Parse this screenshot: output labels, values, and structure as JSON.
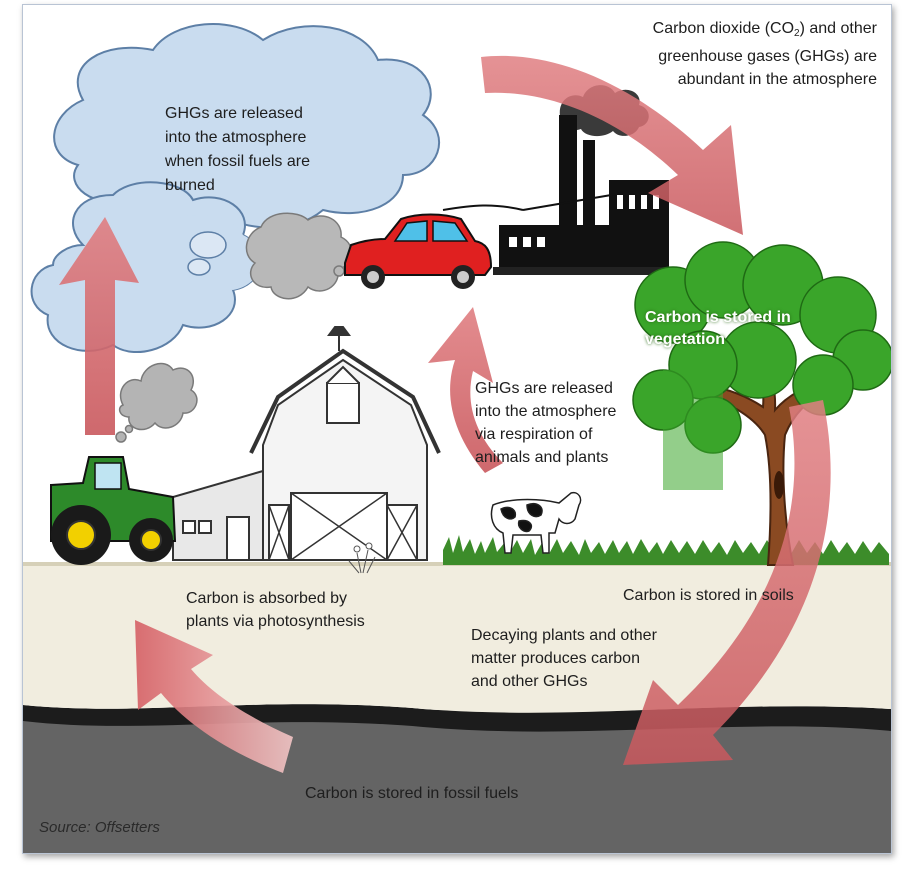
{
  "labels": {
    "co2_abundant_pre": "Carbon dioxide (CO",
    "co2_sub": "2",
    "co2_abundant_post": ") and other",
    "co2_line2": "greenhouse gases (GHGs) are",
    "co2_line3": "abundant in the atmosphere",
    "fossil_burn_1": "GHGs are released",
    "fossil_burn_2": "into the atmosphere",
    "fossil_burn_3": "when fossil fuels are",
    "fossil_burn_4": "burned",
    "veg_1": "Carbon is stored in",
    "veg_2": "vegetation",
    "resp_1": "GHGs are released",
    "resp_2": "into the atmosphere",
    "resp_3": "via respiration of",
    "resp_4": "animals and plants",
    "photo_1": "Carbon is absorbed by",
    "photo_2": "plants via photosynthesis",
    "soils": "Carbon is stored in soils",
    "decay_1": "Decaying plants and other",
    "decay_2": "matter produces carbon",
    "decay_3": "and other GHGs",
    "fossil_store": "Carbon is stored in fossil fuels",
    "source": "Source: Offsetters"
  },
  "colors": {
    "cloud": "#c9dcef",
    "arrow": "#d9787c",
    "soil": "#f1eddf",
    "bedrock": "#626262",
    "tree_canopy": "#3aa52a",
    "trunk": "#8a4a22",
    "car": "#e02020",
    "tractor": "#2d8a2a"
  }
}
